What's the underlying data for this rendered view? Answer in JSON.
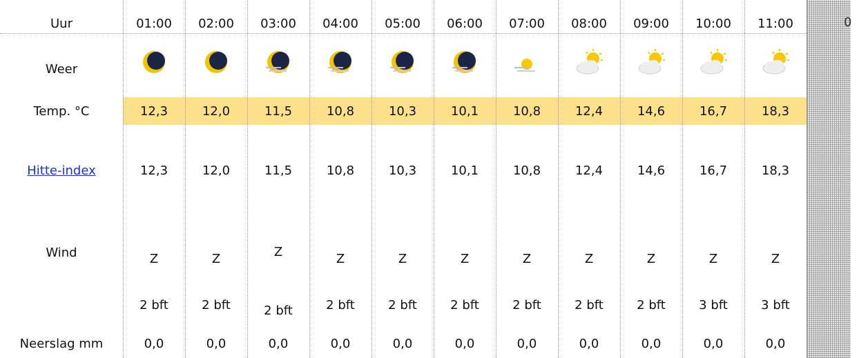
{
  "labels": {
    "hour": "Uur",
    "weather": "Weer",
    "temp": "Temp. °C",
    "heat_index": "Hitte-index",
    "wind": "Wind",
    "precip": "Neerslag mm"
  },
  "hours": [
    {
      "time": "01:00",
      "icon": "moon-crescent-icon",
      "temp": "12,3",
      "heat": "12,3",
      "dir": "Z",
      "bft": "2 bft",
      "rain": "0,0"
    },
    {
      "time": "02:00",
      "icon": "moon-crescent-icon",
      "temp": "12,0",
      "heat": "12,0",
      "dir": "Z",
      "bft": "2 bft",
      "rain": "0,0"
    },
    {
      "time": "03:00",
      "icon": "moon-haze-icon",
      "temp": "11,5",
      "heat": "11,5",
      "dir": "Z",
      "bft": "2 bft",
      "rain": "0,0"
    },
    {
      "time": "04:00",
      "icon": "moon-haze-icon",
      "temp": "10,8",
      "heat": "10,8",
      "dir": "Z",
      "bft": "2 bft",
      "rain": "0,0"
    },
    {
      "time": "05:00",
      "icon": "moon-haze-icon",
      "temp": "10,3",
      "heat": "10,3",
      "dir": "Z",
      "bft": "2 bft",
      "rain": "0,0"
    },
    {
      "time": "06:00",
      "icon": "moon-haze-icon",
      "temp": "10,1",
      "heat": "10,1",
      "dir": "Z",
      "bft": "2 bft",
      "rain": "0,0"
    },
    {
      "time": "07:00",
      "icon": "sun-haze-icon",
      "temp": "10,8",
      "heat": "10,8",
      "dir": "Z",
      "bft": "2 bft",
      "rain": "0,0"
    },
    {
      "time": "08:00",
      "icon": "sun-cloud-icon",
      "temp": "12,4",
      "heat": "12,4",
      "dir": "Z",
      "bft": "2 bft",
      "rain": "0,0"
    },
    {
      "time": "09:00",
      "icon": "sun-cloud-icon",
      "temp": "14,6",
      "heat": "14,6",
      "dir": "Z",
      "bft": "2 bft",
      "rain": "0,0"
    },
    {
      "time": "10:00",
      "icon": "sun-cloud-icon",
      "temp": "16,7",
      "heat": "16,7",
      "dir": "Z",
      "bft": "3 bft",
      "rain": "0,0"
    },
    {
      "time": "11:00",
      "icon": "sun-cloud-icon",
      "temp": "18,3",
      "heat": "18,3",
      "dir": "Z",
      "bft": "3 bft",
      "rain": "0,0"
    }
  ],
  "colors": {
    "temp_band": "#fde08c",
    "moon_disc": "#1b2545",
    "moon_ring": "#f2c400",
    "sun": "#f7c800",
    "cloud": "#eeeeee"
  }
}
